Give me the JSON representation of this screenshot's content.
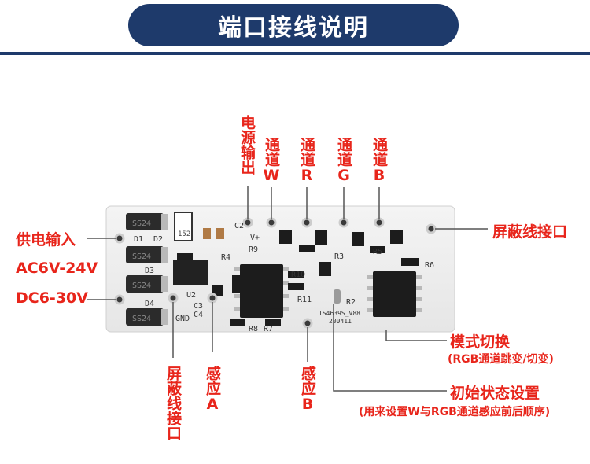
{
  "title": "端口接线说明",
  "labels": {
    "power_out": "电源输出",
    "channel_w": "通道W",
    "channel_r": "通道R",
    "channel_g": "通道G",
    "channel_b": "通道B",
    "power_in": "供电输入",
    "ac_range": "AC6V-24V",
    "dc_range": "DC6-30V",
    "shield_right": "屏蔽线接口",
    "shield_bottom": "屏蔽线接口",
    "sense_a": "感应A",
    "sense_b": "感应B",
    "mode_switch": "模式切换",
    "mode_switch_desc": "(RGB通道跳变/切变)",
    "init_state": "初始状态设置",
    "init_state_desc": "(用来设置W与RGB通道感应前后顺序)"
  },
  "board": {
    "silkscreen": [
      "D1",
      "D2",
      "D3",
      "D4",
      "C2",
      "V+",
      "R9",
      "R4",
      "U2",
      "C3",
      "C4",
      "GND",
      "R8",
      "R7",
      "R10",
      "R11",
      "R3",
      "R2",
      "R5",
      "R6",
      "IS4639S_V88",
      "200411"
    ],
    "chip_marks": [
      "SS24",
      "SS24",
      "SS24",
      "SS24",
      "152"
    ]
  }
}
